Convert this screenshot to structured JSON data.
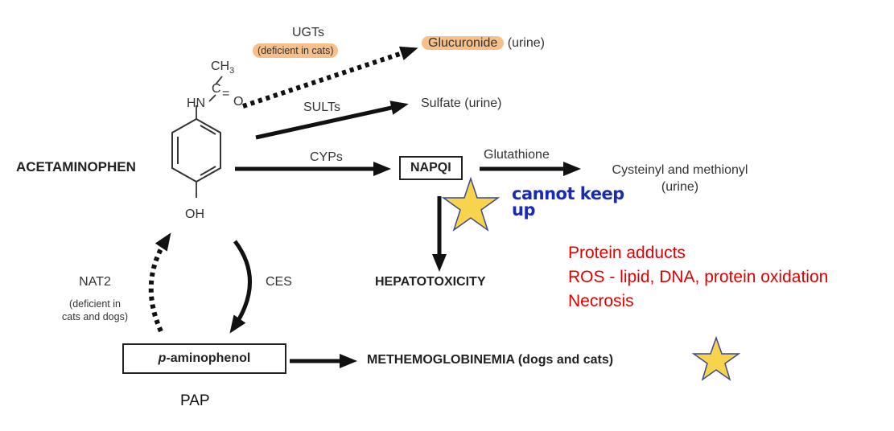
{
  "drug": {
    "name": "ACETAMINOPHEN"
  },
  "structure": {
    "methyl": "CH3",
    "nh": "HN",
    "c": "C",
    "eq": "=",
    "o": "O",
    "oh": "OH"
  },
  "pathways": {
    "ugts": {
      "enzyme": "UGTs",
      "note": "(deficient in cats)",
      "product": "Glucuronide",
      "product_note": "(urine)"
    },
    "sults": {
      "enzyme": "SULTs",
      "product": "Sulfate (urine)"
    },
    "cyps": {
      "enzyme": "CYPs",
      "intermediate": "NAPQI",
      "conjugation": "Glutathione",
      "product_line1": "Cysteinyl and methionyl",
      "product_line2": "(urine)"
    },
    "toxicity": {
      "label": "HEPATOTOXICITY"
    },
    "ces": {
      "enzyme": "CES",
      "product": "p-aminophenol",
      "product_prefix": "p",
      "product_suffix": "-aminophenol",
      "abbrev": "PAP"
    },
    "nat2": {
      "enzyme": "NAT2",
      "note_line1": "(deficient in",
      "note_line2": "cats and dogs)"
    },
    "methemo": {
      "label": "METHEMOGLOBINEMIA (dogs and cats)"
    }
  },
  "annotations": {
    "handwritten_line1": "cannot keep",
    "handwritten_line2": "up",
    "notes": [
      "Protein adducts",
      "ROS - lipid, DNA, protein oxidation",
      "Necrosis"
    ],
    "star_color": "#f8d44c",
    "star_stroke": "#3d4a8a",
    "note_color": "#e00000",
    "handwriting_color": "#1a2ab8",
    "highlight_color": "#f7c08a"
  }
}
